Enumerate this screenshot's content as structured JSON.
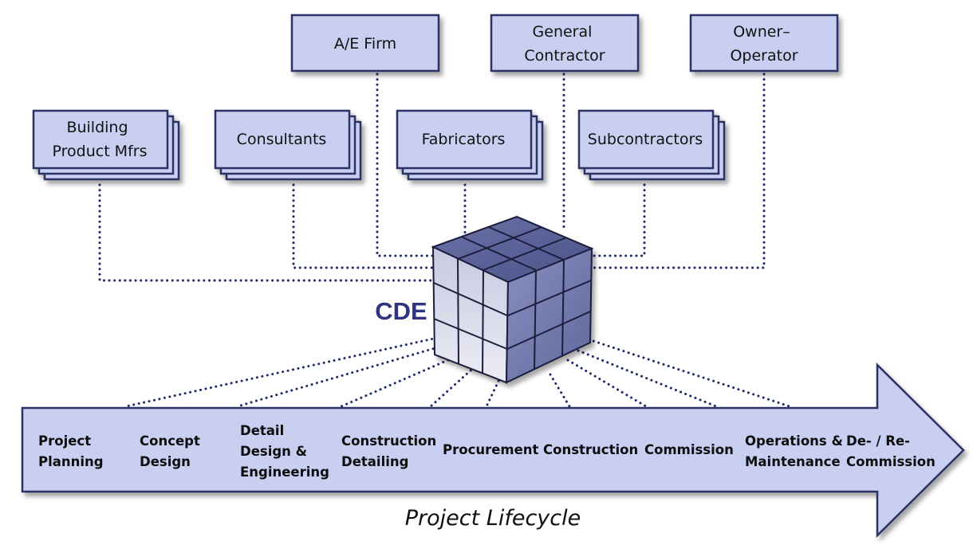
{
  "diagram": {
    "cde_label": "CDE",
    "lifecycle_label": "Project Lifecycle",
    "parties_top": [
      {
        "id": "ae-firm",
        "lines": [
          "A/E Firm"
        ]
      },
      {
        "id": "general-contractor",
        "lines": [
          "General",
          "Contractor"
        ]
      },
      {
        "id": "owner-operator",
        "lines": [
          "Owner–",
          "Operator"
        ]
      }
    ],
    "parties_stacked": [
      {
        "id": "building-product-mfrs",
        "lines": [
          "Building",
          "Product Mfrs"
        ]
      },
      {
        "id": "consultants",
        "lines": [
          "Consultants"
        ]
      },
      {
        "id": "fabricators",
        "lines": [
          "Fabricators"
        ]
      },
      {
        "id": "subcontractors",
        "lines": [
          "Subcontractors"
        ]
      }
    ],
    "phases": [
      {
        "id": "project-planning",
        "lines": [
          "Project",
          "Planning"
        ]
      },
      {
        "id": "concept-design",
        "lines": [
          "Concept",
          "Design"
        ]
      },
      {
        "id": "detail-design",
        "lines": [
          "Detail",
          "Design &",
          "Engineering"
        ]
      },
      {
        "id": "construction-detailing",
        "lines": [
          "Construction",
          "Detailing"
        ]
      },
      {
        "id": "procurement",
        "lines": [
          "Procurement"
        ]
      },
      {
        "id": "construction",
        "lines": [
          "Construction"
        ]
      },
      {
        "id": "commission",
        "lines": [
          "Commission"
        ]
      },
      {
        "id": "operations-maintenance",
        "lines": [
          "Operations &",
          "Maintenance"
        ]
      },
      {
        "id": "de-re-commission",
        "lines": [
          "De- / Re-",
          "Commission"
        ]
      }
    ]
  },
  "colors": {
    "box_fill": "#c9cff0",
    "box_stroke": "#2a3066",
    "arrow_fill": "#c9cff0",
    "connector": "#1f2a6e",
    "cde_text": "#2e3480",
    "cube_top": "#5a6196",
    "cube_front": "#dcdcec",
    "cube_side": "#7d84b8"
  }
}
